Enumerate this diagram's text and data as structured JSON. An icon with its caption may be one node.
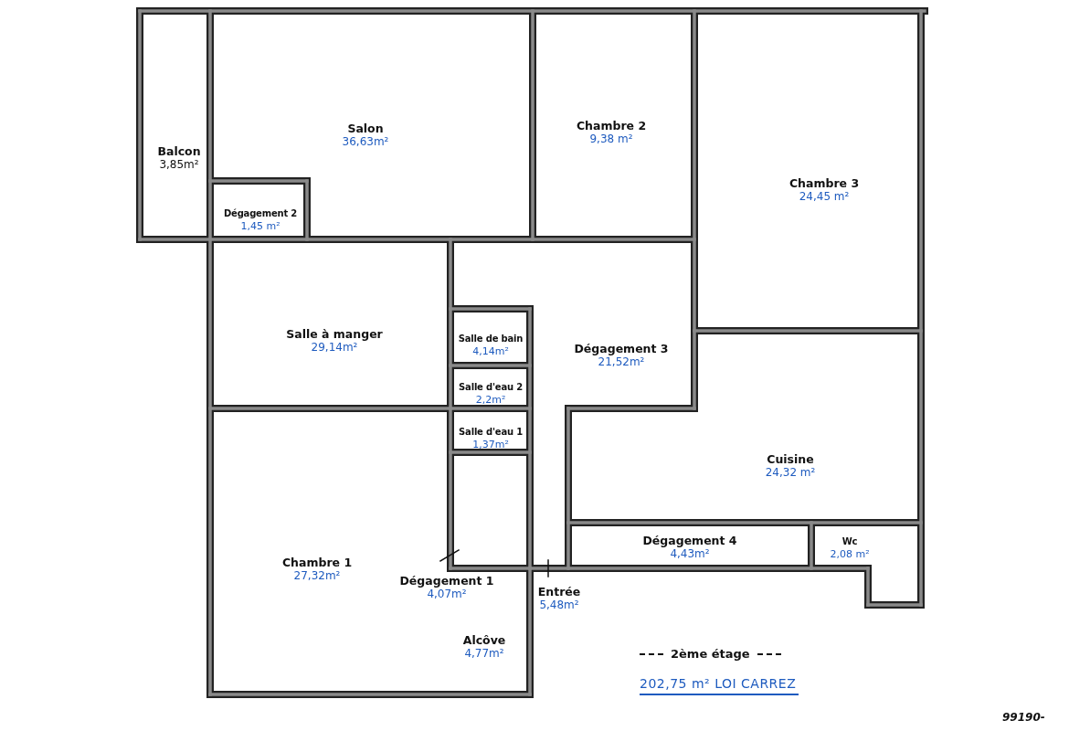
{
  "diagram": {
    "title": "2ème étage",
    "nodes": [
      {
        "text": [
          "Balcon",
          "3,85m²"
        ]
      },
      {
        "text": [
          "Salon",
          "36,63m²"
        ]
      },
      {
        "text": [
          "Chambre 2",
          "9,38 m²"
        ]
      },
      {
        "text": [
          "Chambre 3",
          "24,45 m²"
        ]
      },
      {
        "text": [
          "Dégagement 2",
          "1,45 m²"
        ]
      },
      {
        "text": [
          "Salle à manger",
          "29,14m²"
        ]
      },
      {
        "text": [
          "Salle de bain",
          "4,14m²"
        ]
      },
      {
        "text": [
          "Dégagement 3",
          "21,52m²"
        ]
      },
      {
        "text": [
          "Salle d'eau 2",
          "2,2m²"
        ]
      },
      {
        "text": [
          "Salle d'eau 1",
          "1,37m²"
        ]
      },
      {
        "text": [
          "Cuisine",
          "24,32 m²"
        ]
      },
      {
        "text": [
          "Dégagement 4",
          "4,43m²"
        ]
      },
      {
        "text": [
          "Wc",
          "2,08 m²"
        ]
      },
      {
        "text": [
          "Chambre 1",
          "27,32m²"
        ]
      },
      {
        "text": [
          "Dégagement 1",
          "4,07m²"
        ]
      },
      {
        "text": [
          "Entrée",
          "5,48m²"
        ]
      },
      {
        "text": [
          "Alcôve",
          "4,77m²"
        ]
      }
    ],
    "labels": [
      "202,75 m² LOI CARREZ",
      "99190-"
    ]
  }
}
